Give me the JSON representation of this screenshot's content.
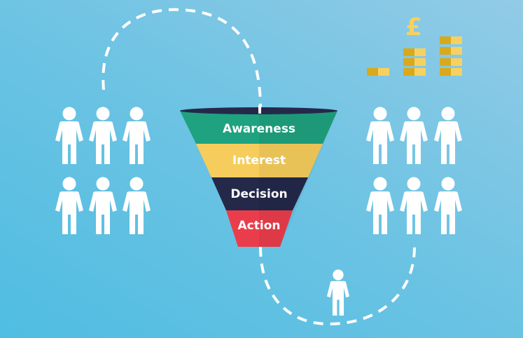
{
  "funnel": {
    "stages": [
      {
        "label": "Awareness",
        "color": "#1fa27f"
      },
      {
        "label": "Interest",
        "color": "#f6cd5c"
      },
      {
        "label": "Decision",
        "color": "#24294a"
      },
      {
        "label": "Action",
        "color": "#ea3d4b"
      }
    ]
  },
  "currency_symbol": "£",
  "colors": {
    "person": "#ffffff",
    "coin_dark": "#d9a91c",
    "coin_light": "#f7d160",
    "dash": "#ffffff"
  }
}
